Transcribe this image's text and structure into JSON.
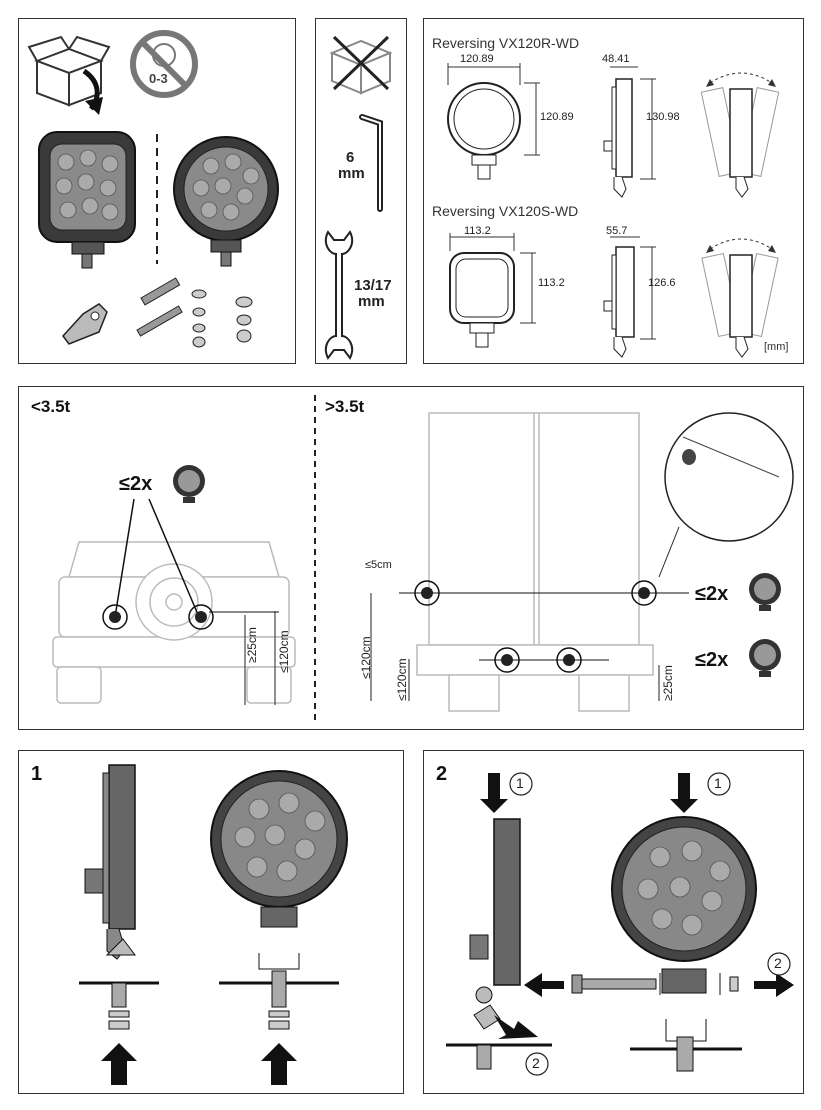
{
  "panel_top_left": {
    "age_badge": "0-3"
  },
  "panel_tools": {
    "hex_key_size": "6\nmm",
    "hex_key_line1": "6",
    "hex_key_line2": "mm",
    "wrench_line1": "13/17",
    "wrench_line2": "mm"
  },
  "panel_dimensions": {
    "round_title": "Reversing VX120R-WD",
    "round_width": "120.89",
    "round_height": "120.89",
    "round_depth": "48.41",
    "round_total_height": "130.98",
    "square_title": "Reversing VX120S-WD",
    "square_width": "113.2",
    "square_height": "113.2",
    "square_depth": "55.7",
    "square_total_height": "126.6",
    "unit": "[mm]"
  },
  "panel_mounting": {
    "light_vehicle_label": "<3.5t",
    "heavy_vehicle_label": ">3.5t",
    "light_qty": "≤2x",
    "light_min_height": "≥25cm",
    "light_max_height": "≤120cm",
    "side_distance": "≤5cm",
    "upper_qty": "≤2x",
    "lower_qty": "≤2x",
    "heavy_max_height_upper": "≤120cm",
    "heavy_max_height_lower": "≤120cm",
    "heavy_min_height": "≥25cm"
  },
  "panel_step1": {
    "step_number": "1"
  },
  "panel_step2": {
    "step_number": "2",
    "marker_1": "1",
    "marker_2": "2"
  }
}
